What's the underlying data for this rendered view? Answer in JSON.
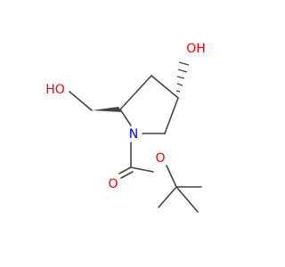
{
  "molecule": {
    "atoms": {
      "o_ring_hydroxyl": "OH",
      "o_hydroxymethyl": "HO",
      "n_ring": "N",
      "o_carbonyl": "O",
      "o_ester": "O"
    }
  },
  "colors": {
    "bond": "#444444",
    "oxygen": "#ff0000",
    "nitrogen": "#0000ff",
    "background": "#ffffff"
  }
}
